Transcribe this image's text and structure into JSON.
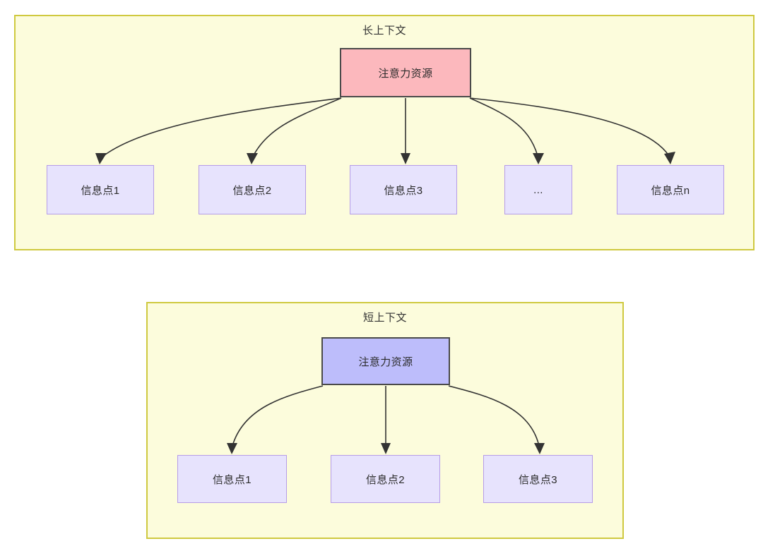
{
  "diagram": {
    "title": "",
    "colors": {
      "panel_fill": "#fcfcdc",
      "panel_border": "#cfc93f",
      "root_long_fill": "#fcb8bd",
      "root_short_fill": "#bdbdfb",
      "leaf_fill": "#e7e3fd",
      "leaf_border": "#b59ce8",
      "edge": "#333333",
      "text": "#2b2b2b"
    },
    "panels": [
      {
        "id": "long-context",
        "title": "长上下文",
        "root": {
          "label": "注意力资源"
        },
        "leaves": [
          {
            "label": "信息点1"
          },
          {
            "label": "信息点2"
          },
          {
            "label": "信息点3"
          },
          {
            "label": "..."
          },
          {
            "label": "信息点n"
          }
        ]
      },
      {
        "id": "short-context",
        "title": "短上下文",
        "root": {
          "label": "注意力资源"
        },
        "leaves": [
          {
            "label": "信息点1"
          },
          {
            "label": "信息点2"
          },
          {
            "label": "信息点3"
          }
        ]
      }
    ]
  }
}
